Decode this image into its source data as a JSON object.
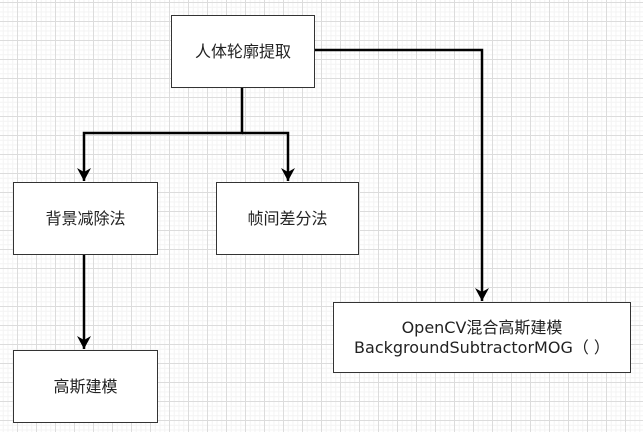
{
  "diagram": {
    "nodes": {
      "root": "人体轮廓提取",
      "background_subtraction": "背景减除法",
      "frame_difference": "帧间差分法",
      "opencv_mog_line1": "OpenCV混合高斯建模",
      "opencv_mog_line2": "BackgroundSubtractorMOG（ ）",
      "gaussian_model": "高斯建模"
    },
    "edges": [
      {
        "from": "人体轮廓提取",
        "to": "背景减除法"
      },
      {
        "from": "人体轮廓提取",
        "to": "帧间差分法"
      },
      {
        "from": "人体轮廓提取",
        "to": "OpenCV混合高斯建模 BackgroundSubtractorMOG（ ）"
      },
      {
        "from": "背景减除法",
        "to": "高斯建模"
      }
    ]
  }
}
